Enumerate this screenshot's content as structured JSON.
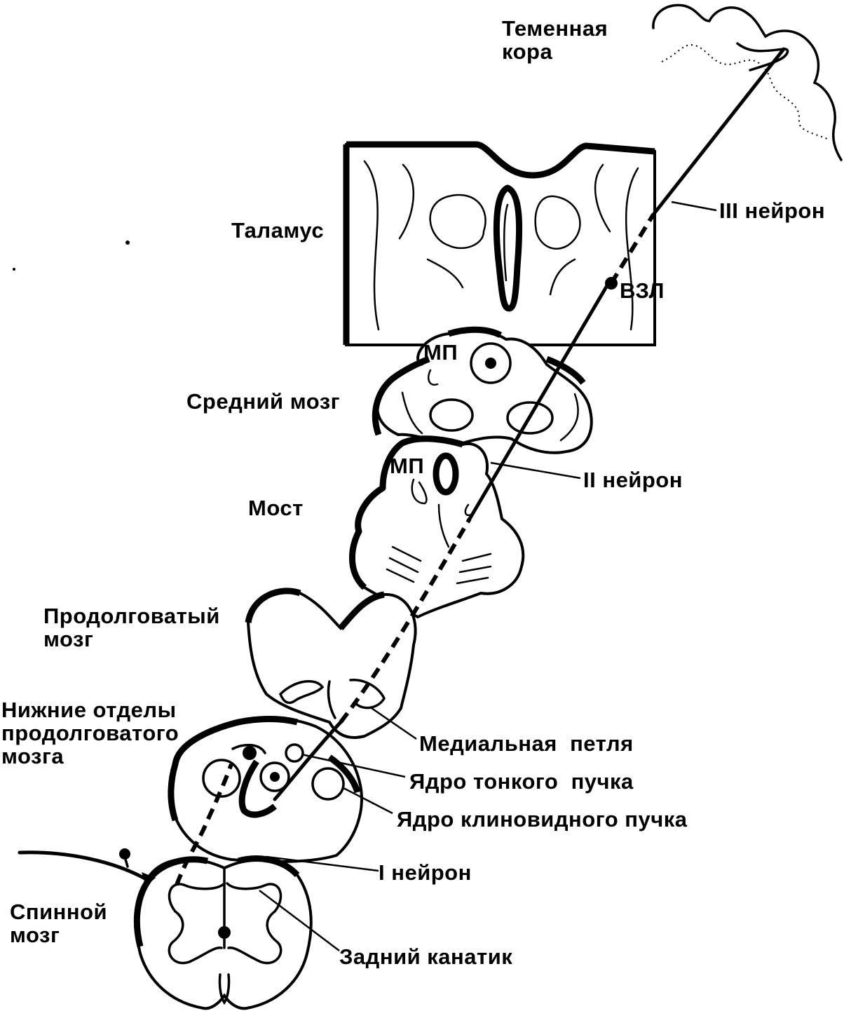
{
  "labels": {
    "parietal_cortex": [
      "Теменная",
      "кора"
    ],
    "thalamus": "Таламус",
    "vpl": "ВЗЛ",
    "neuron_3": "III нейрон",
    "mp_midbrain": "МП",
    "midbrain": "Средний мозг",
    "mp_pons": "МП",
    "neuron_2": "II нейрон",
    "pons": "Мост",
    "medulla": [
      "Продолговатый",
      "мозг"
    ],
    "lower_medulla": [
      "Нижние отделы",
      "продолговатого",
      "мозга"
    ],
    "medial_lemniscus": "Медиальная  петля",
    "gracile_nucleus": "Ядро тонкого  пучка",
    "cuneate_nucleus": "Ядро клиновидного пучка",
    "neuron_1": "I нейрон",
    "spinal_cord": [
      "Спинной",
      "мозг"
    ],
    "dorsal_funiculus": "Задний канатик"
  },
  "colors": {
    "ink": "#000000",
    "paper": "#ffffff"
  }
}
